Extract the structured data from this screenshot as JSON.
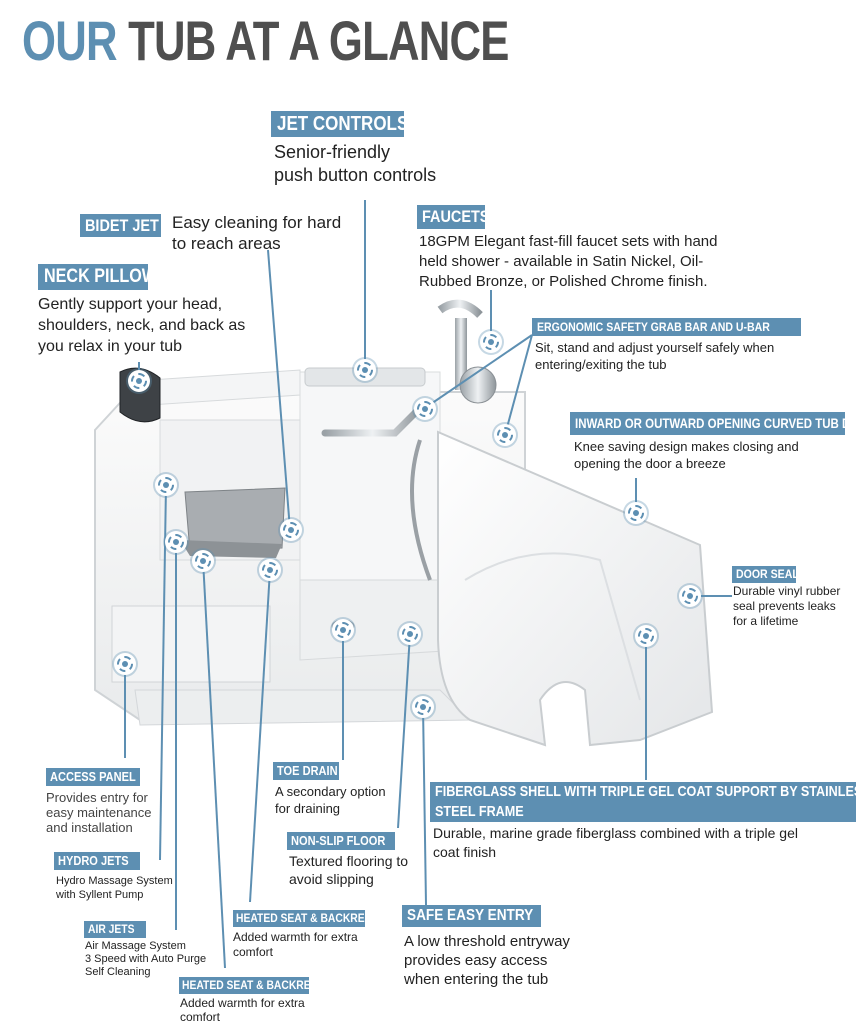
{
  "colors": {
    "accent": "#5d8fb2",
    "heading_gray": "#4f4f4f",
    "text": "#222222"
  },
  "title": {
    "word1": "OUR",
    "rest": "TUB AT A GLANCE"
  },
  "callouts": {
    "jet_controls": {
      "label": "JET CONTROLS",
      "text": "Senior-friendly\npush button controls"
    },
    "bidet_jet": {
      "label": "BIDET JET",
      "text": "Easy cleaning  for hard\n to reach areas"
    },
    "faucets": {
      "label": "FAUCETS",
      "text": "18GPM Elegant fast-fill faucet sets with hand\nheld shower - available in Satin Nickel, Oil-\nRubbed Bronze, or Polished Chrome finish."
    },
    "neck_pillow": {
      "label": "NECK PILLOW",
      "text": "Gently support your head,\nshoulders, neck, and back as\nyou relax in your tub"
    },
    "grab_bar": {
      "label": "ERGONOMIC SAFETY GRAB BAR AND U-BAR",
      "text": "Sit, stand and adjust yourself safely when\nentering/exiting the tub"
    },
    "tub_door": {
      "label": "INWARD OR OUTWARD OPENING CURVED TUB DOOR",
      "text": "Knee saving design makes closing and\nopening the door a breeze"
    },
    "door_seal": {
      "label": "DOOR SEAL",
      "text": "Durable vinyl rubber\nseal prevents leaks\nfor a lifetime"
    },
    "access_panel": {
      "label": "ACCESS PANEL",
      "text": "Provides entry for\neasy maintenance\nand installation"
    },
    "toe_drain": {
      "label": "TOE DRAIN",
      "text": "A secondary option\nfor draining"
    },
    "fiberglass": {
      "label1": "FIBERGLASS SHELL WITH TRIPLE GEL COAT SUPPORT BY STAINLESS",
      "label2": "STEEL FRAME",
      "text": "Durable, marine grade fiberglass combined with a triple gel\ncoat finish"
    },
    "hydro_jets": {
      "label": "HYDRO JETS",
      "text": "Hydro Massage System\nwith Syllent Pump"
    },
    "non_slip": {
      "label": "NON-SLIP FLOOR",
      "text": "Textured flooring to\navoid slipping"
    },
    "heated_seat_1": {
      "label": "HEATED SEAT & BACKREST",
      "text": "Added warmth for extra\ncomfort"
    },
    "safe_entry": {
      "label": "SAFE EASY ENTRY",
      "text": "A low threshold entryway\nprovides easy access\nwhen entering the tub"
    },
    "air_jets": {
      "label": "AIR JETS",
      "text": "Air Massage System\n3 Speed with Auto Purge\nSelf Cleaning"
    },
    "heated_seat_2": {
      "label": "HEATED SEAT & BACKREST",
      "text": "Added warmth for extra\ncomfort"
    }
  }
}
